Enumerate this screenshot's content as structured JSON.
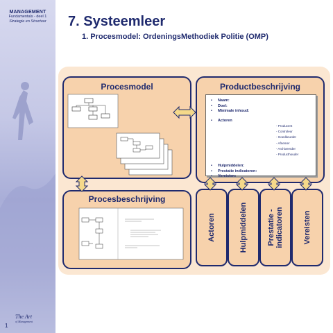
{
  "sidebar": {
    "brand_title": "MANAGEMENT",
    "brand_line2": "Fundamentals - deel 1",
    "brand_line3": "Strategie en Structuur",
    "page_number": "1",
    "logo_line1": "The Art",
    "logo_line2": "of Management"
  },
  "header": {
    "title": "7. Systeemleer",
    "subtitle": "1. Procesmodel: OrdeningsMethodiek Politie (OMP)"
  },
  "diagram": {
    "procesmodel_title": "Procesmodel",
    "procesbeschrijving_title": "Procesbeschrijving",
    "productbeschrijving_title": "Productbeschrijving",
    "product_items_top": [
      "Naam:",
      "Doel:",
      "Minimale inhoud:"
    ],
    "product_actoren": "Actoren",
    "actoren_sub": [
      "Producent",
      "Controleur",
      "Goedkeurder",
      "Afnemer",
      "Archiveerder",
      "Producthouder"
    ],
    "product_items_bottom": [
      "Hulpmiddelen:",
      "Prestatie indicatoren:",
      "Vereisten:"
    ],
    "columns": [
      "Actoren",
      "Hulpmiddelen",
      "Prestatie -",
      "indicatoren",
      "Vereisten"
    ]
  },
  "colors": {
    "outer_bg": "#fbe7d2",
    "panel_bg": "#f7d2ac",
    "border": "#1f2a6e",
    "arrow_fill": "#f5d98a"
  }
}
